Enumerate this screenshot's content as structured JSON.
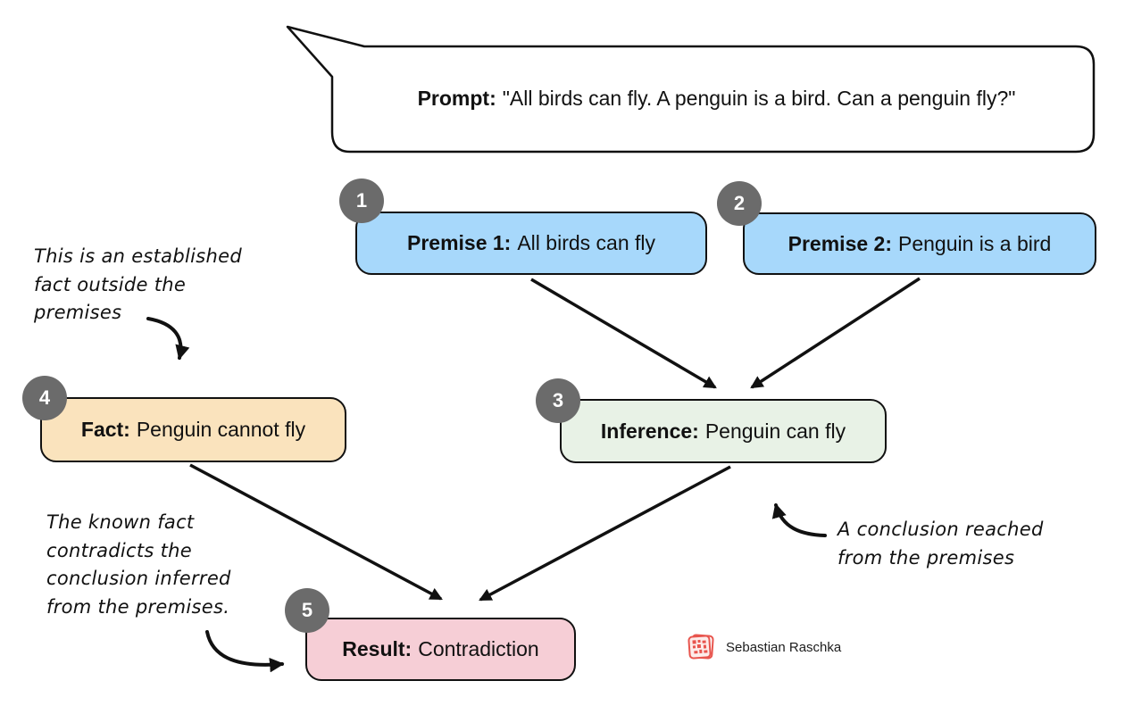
{
  "prompt_bubble": {
    "label": "Prompt:",
    "text": "\"All birds can fly. A penguin is a bird. Can a penguin fly?\""
  },
  "nodes": {
    "premise1": {
      "badge": "1",
      "label": "Premise 1:",
      "text": "All birds can fly",
      "fill": "#a7d8fb"
    },
    "premise2": {
      "badge": "2",
      "label": "Premise 2:",
      "text": "Penguin is a bird",
      "fill": "#a7d8fb"
    },
    "inference": {
      "badge": "3",
      "label": "Inference:",
      "text": "Penguin can fly",
      "fill": "#e8f2e6"
    },
    "fact": {
      "badge": "4",
      "label": "Fact:",
      "text": "Penguin cannot fly",
      "fill": "#fae3bd"
    },
    "result": {
      "badge": "5",
      "label": "Result:",
      "text": "Contradiction",
      "fill": "#f6ced6"
    }
  },
  "annotations": {
    "fact_note": "This is an established\nfact outside the\npremises",
    "result_note": "The known fact\ncontradicts the\nconclusion inferred\nfrom the premises.",
    "inference_note": "A conclusion reached\nfrom the premises"
  },
  "watermark": {
    "author": "Sebastian Raschka",
    "stamp_icon": "red-seal-stamp-icon"
  },
  "colors": {
    "outline": "#111111",
    "badge_fill": "#6b6b6b",
    "premise_fill": "#a7d8fb",
    "inference_fill": "#e8f2e6",
    "fact_fill": "#fae3bd",
    "result_fill": "#f6ced6",
    "stamp_red": "#e8554e"
  }
}
